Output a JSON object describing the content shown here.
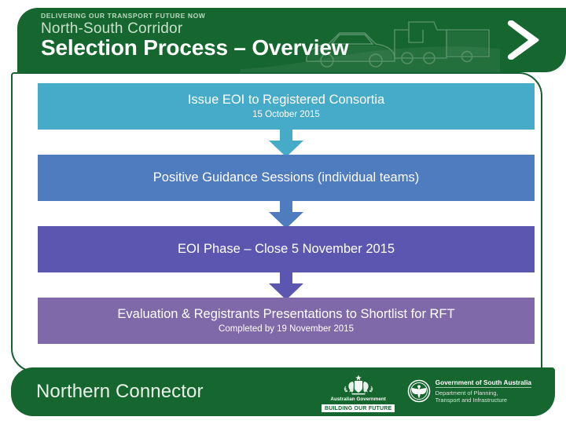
{
  "header": {
    "tagline": "DELIVERING OUR TRANSPORT FUTURE NOW",
    "brand": "North-South Corridor",
    "title": "Selection Process – Overview",
    "chevron_icon": "chevron-right-icon",
    "graphic": "car-and-truck-watermark",
    "background_color": "#15662f"
  },
  "frame": {
    "border_color": "#156132"
  },
  "flow": {
    "steps": [
      {
        "title": "Issue EOI to Registered Consortia",
        "subtitle": "15 October 2015",
        "color": "#45abc8"
      },
      {
        "title": "Positive Guidance Sessions (individual teams)",
        "subtitle": "",
        "color": "#4f7bbf"
      },
      {
        "title": "EOI Phase – Close 5 November 2015",
        "subtitle": "",
        "color": "#5b57b0"
      },
      {
        "title": "Evaluation & Registrants Presentations to Shortlist for RFT",
        "subtitle": "Completed by 19 November 2015",
        "color": "#8069a8"
      }
    ],
    "arrow_icon": "down-arrow-icon"
  },
  "footer": {
    "title": "Northern Connector",
    "background_color": "#15662f",
    "australian_government": {
      "crest_icon": "australian-coat-of-arms-icon",
      "name": "Australian Government",
      "campaign": "BUILDING OUR FUTURE"
    },
    "south_australia_government": {
      "emblem_icon": "piping-shrike-emblem-icon",
      "title": "Government of South Australia",
      "department_line1": "Department of Planning,",
      "department_line2": "Transport and Infrastructure"
    }
  }
}
